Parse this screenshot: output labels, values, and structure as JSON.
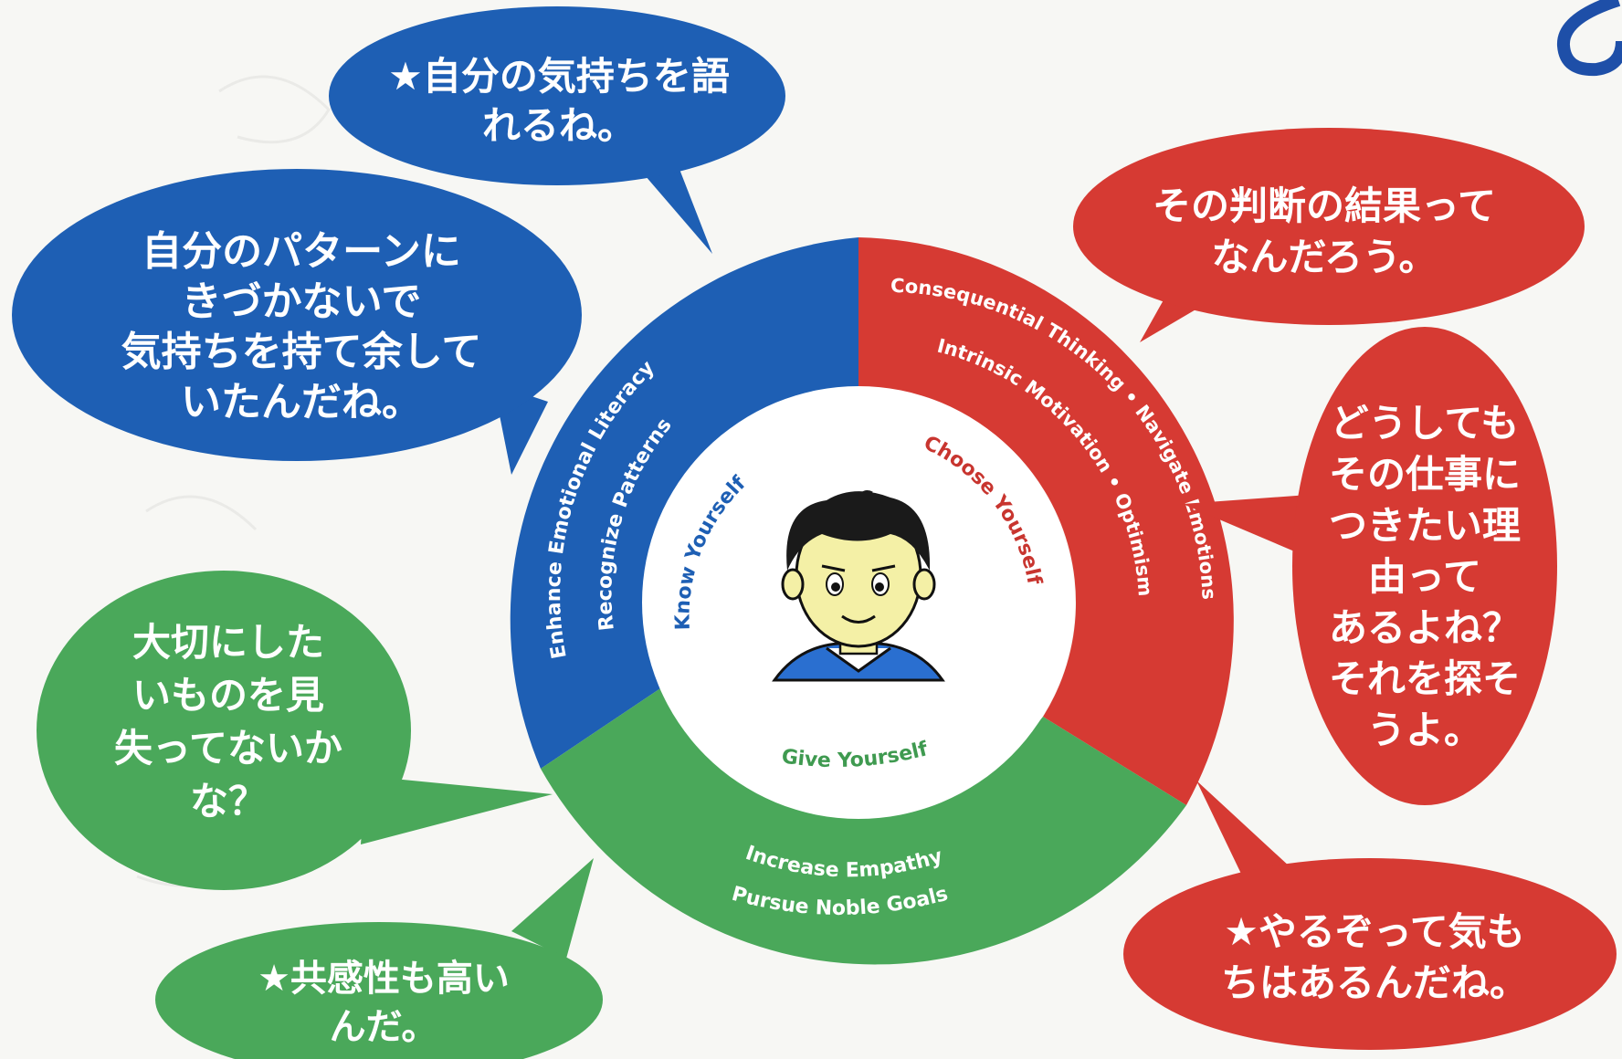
{
  "colors": {
    "blue": "#1e5fb4",
    "red": "#d63a33",
    "green": "#4aa85a",
    "center_fill": "#ffffff",
    "skin": "#f4f0a6",
    "hair": "#1a1a1a",
    "shirt": "#2a6fd0"
  },
  "center": {
    "know_label": "Know Yourself",
    "choose_label": "Choose Yourself",
    "give_label": "Give Yourself"
  },
  "ring": {
    "blue_lines": [
      "Enhance Emotional Literacy",
      "Recognize Patterns"
    ],
    "red_lines": [
      "Consequential Thinking • Navigate Emotions",
      "Intrinsic Motivation • Optimism"
    ],
    "green_lines": [
      "Increase Empathy",
      "Pursue Noble Goals"
    ]
  },
  "bubbles": {
    "blue_top": [
      "★自分の気持ちを語",
      "れるね。"
    ],
    "blue_left": [
      "自分のパターンに",
      "きづかないで",
      "気持ちを持て余して",
      "いたんだね。"
    ],
    "red_top": [
      "その判断の結果って",
      "なんだろう。"
    ],
    "red_right": [
      "どうしても",
      "その仕事に",
      "つきたい理",
      "由って",
      "あるよね？",
      "それを探そ",
      "うよ。"
    ],
    "red_bottom": [
      "★やるぞって気も",
      "ちはあるんだね。"
    ],
    "green_left": [
      "大切にした",
      "いものを見",
      "失ってないか",
      "な？"
    ],
    "green_bottom": [
      "★共感性も高い",
      "んだ。"
    ]
  },
  "icons": {
    "person": "boy-face-icon",
    "corner": "page-number-mark"
  }
}
